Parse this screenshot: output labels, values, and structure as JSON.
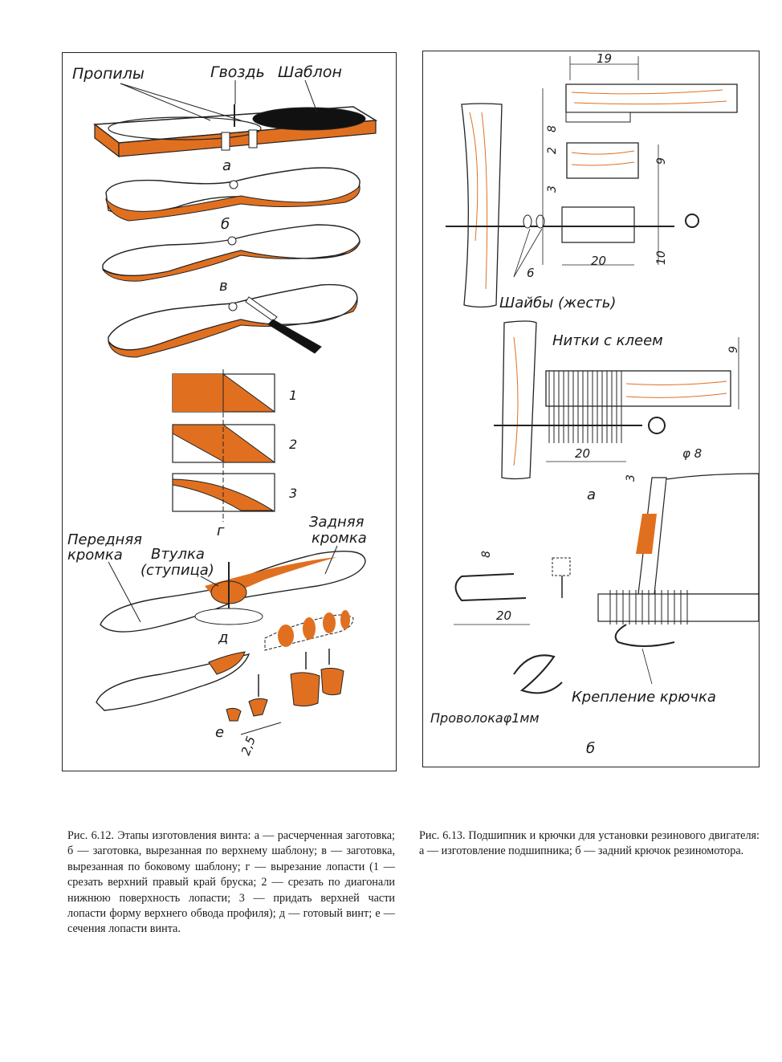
{
  "figure_6_12": {
    "labels": {
      "propily": "Пропилы",
      "gvozd": "Гвоздь",
      "shablon": "Шаблон",
      "a": "а",
      "b": "б",
      "v": "в",
      "g": "г",
      "d": "д",
      "e": "е",
      "step1": "1",
      "step2": "2",
      "step3": "3",
      "perednyaya_line1": "Передняя",
      "perednyaya_line2": "кромка",
      "vtulka_line1": "Втулка",
      "vtulka_line2": "(ступица)",
      "zadnyaya_line1": "Задняя",
      "zadnyaya_line2": "кромка",
      "dim_2_5": "2,5"
    },
    "caption": "Рис. 6.12. Этапы изготовления винта: а — расчерченная заготовка; б — заготовка, вырезанная по верхнему шаблону; в — заготовка, вырезанная по боковому шаблону; г — вырезание лопасти (1 — срезать верхний правый край бруска; 2 — срезать по диагонали нижнюю поверхность лопасти; 3 — придать верхней части лопасти форму верхнего обвода профиля); д — готовый винт; е — сечения лопасти винта."
  },
  "figure_6_13": {
    "labels": {
      "dim_19": "19",
      "dim_8": "8",
      "dim_2": "2",
      "dim_3": "3",
      "dim_9": "9",
      "dim_20": "20",
      "dim_10": "10",
      "dim_6": "6",
      "shayby": "Шайбы (жесть)",
      "nitki": "Нитки с клеем",
      "dim_9b": "9",
      "dim_20b": "20",
      "dim_3b": "3",
      "phi8": "φ 8",
      "a": "а",
      "dim_8b": "8",
      "dim_20c": "20",
      "provoloka": "Проволокаφ1мм",
      "kreplenie": "Крепление крючка",
      "b": "б"
    },
    "caption": "Рис. 6.13. Подшипник и крючки для установки резинового двигателя: а — изготовление подшипника; б — задний крючок резиномотора."
  },
  "colors": {
    "wood_orange": "#e07020",
    "ink": "#1a1a1a",
    "paper": "#ffffff"
  }
}
